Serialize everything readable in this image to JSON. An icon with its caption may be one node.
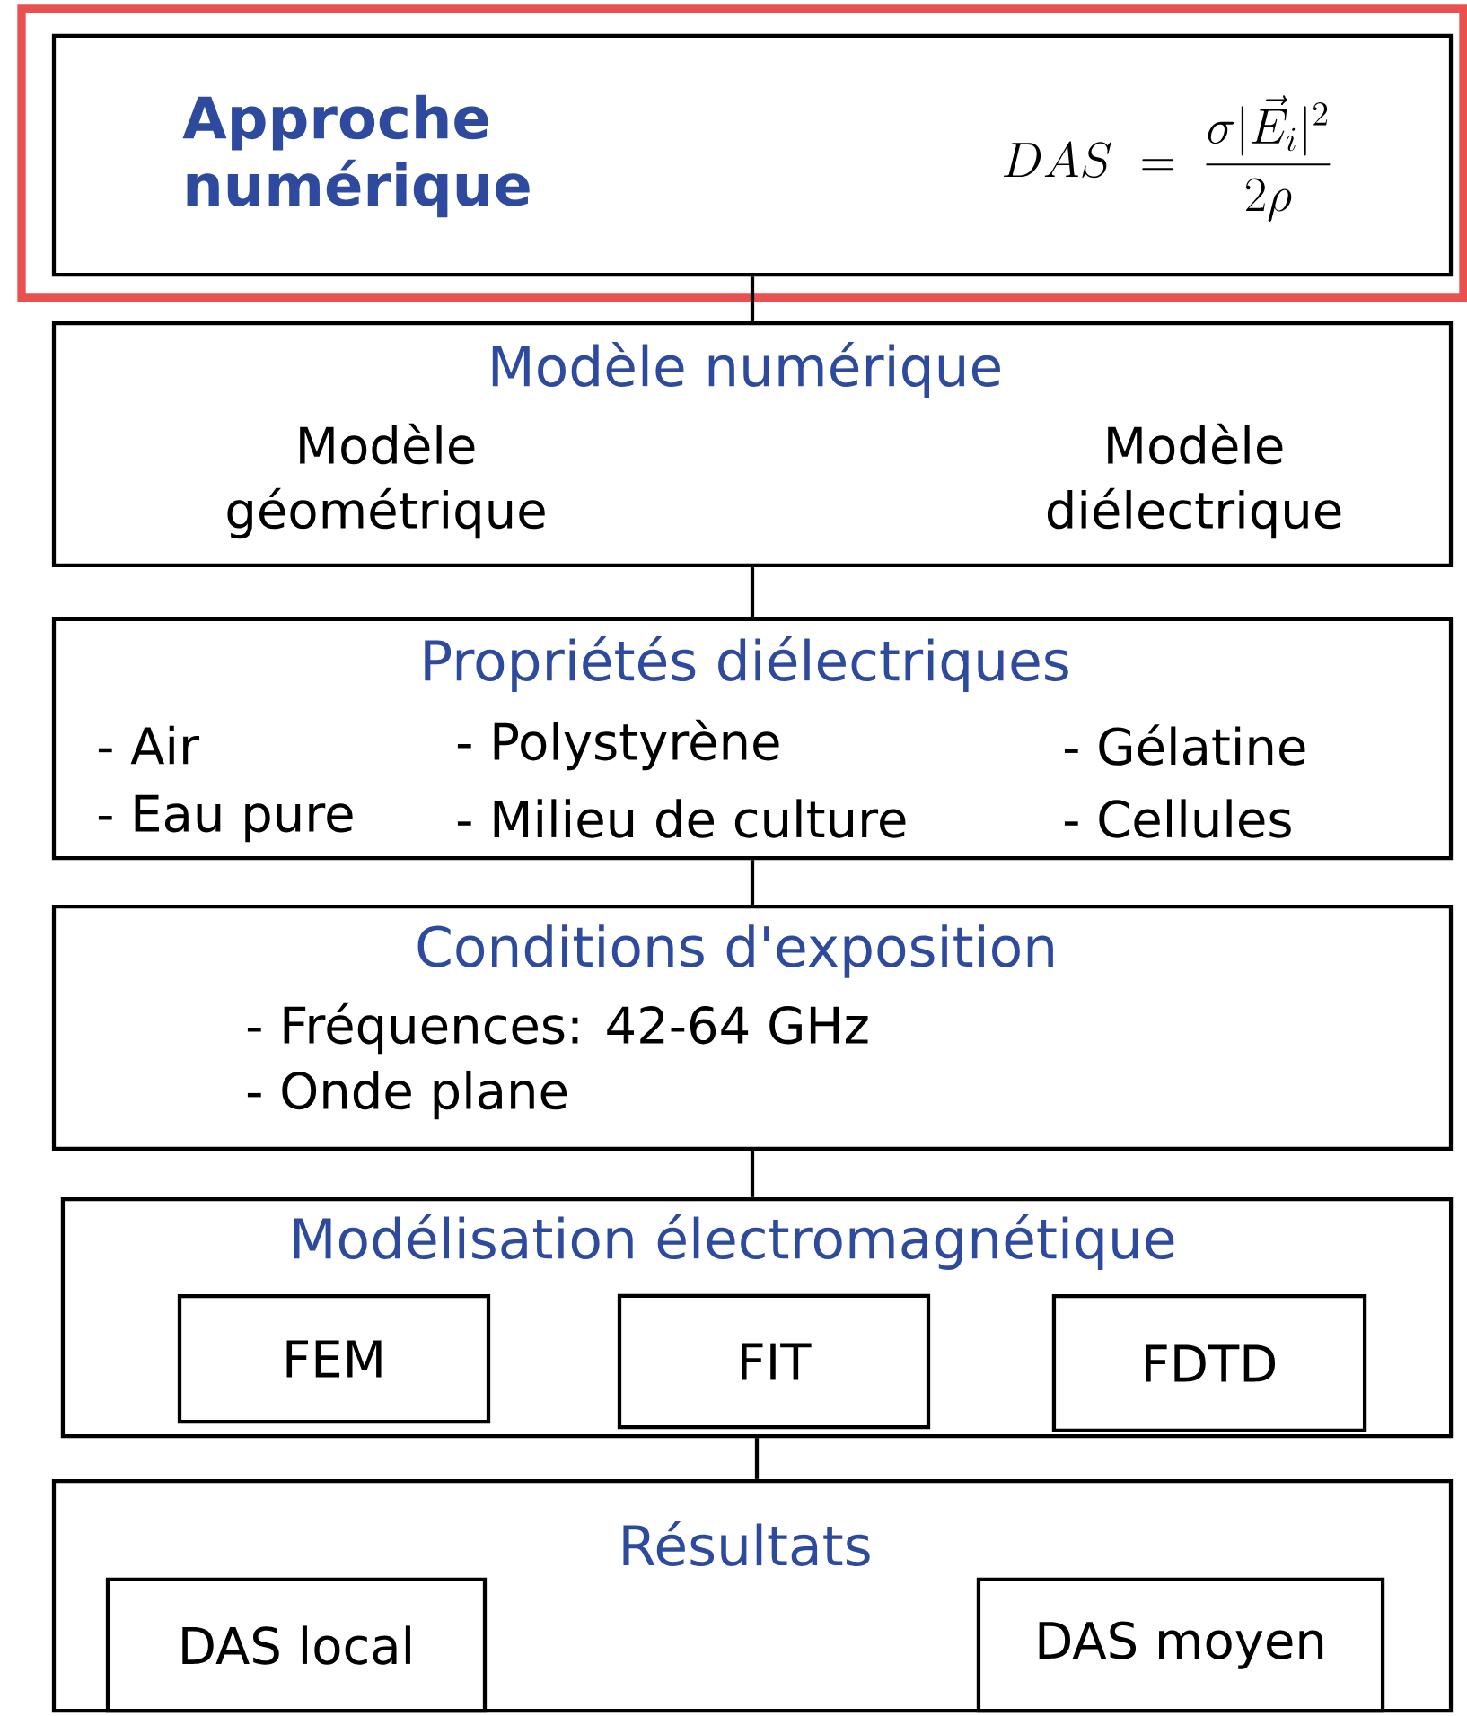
{
  "diagram": {
    "nodes": [
      {
        "text": [
          "Approche numérique",
          "DAS \\;=\\; \\frac{\\sigma|\\vec{E}_i|^2}{2\\rho}"
        ]
      },
      {
        "text": [
          "Modèle numérique",
          "Modèle géométrique",
          "Modèle diélectrique"
        ]
      },
      {
        "text": [
          "Propriétés diélectriques",
          "- Air",
          "- Polystyrène",
          "- Gélatine",
          "- Eau pure",
          "- Milieu de culture",
          "- Cellules"
        ]
      },
      {
        "text": [
          "Conditions d'exposition",
          "- Fréquences: 42-64 GHz",
          "- Onde plane"
        ]
      },
      {
        "text": [
          "Modélisation électromagnétique"
        ]
      },
      {
        "text": [
          "FEM"
        ],
        "in": 4
      },
      {
        "text": [
          "FIT"
        ],
        "in": 4
      },
      {
        "text": [
          "FDTD"
        ],
        "in": 4
      },
      {
        "text": [
          "Résultats"
        ]
      },
      {
        "text": [
          "DAS local"
        ],
        "in": 8
      },
      {
        "text": [
          "DAS moyen"
        ],
        "in": 8
      }
    ],
    "edges": [
      {
        "from": 0,
        "to": 1,
        "arrow": "none"
      },
      {
        "from": 1,
        "to": 2,
        "arrow": "none"
      },
      {
        "from": 2,
        "to": 3,
        "arrow": "none"
      },
      {
        "from": 3,
        "to": 4,
        "arrow": "none"
      },
      {
        "from": 4,
        "to": 8,
        "arrow": "none"
      }
    ]
  }
}
